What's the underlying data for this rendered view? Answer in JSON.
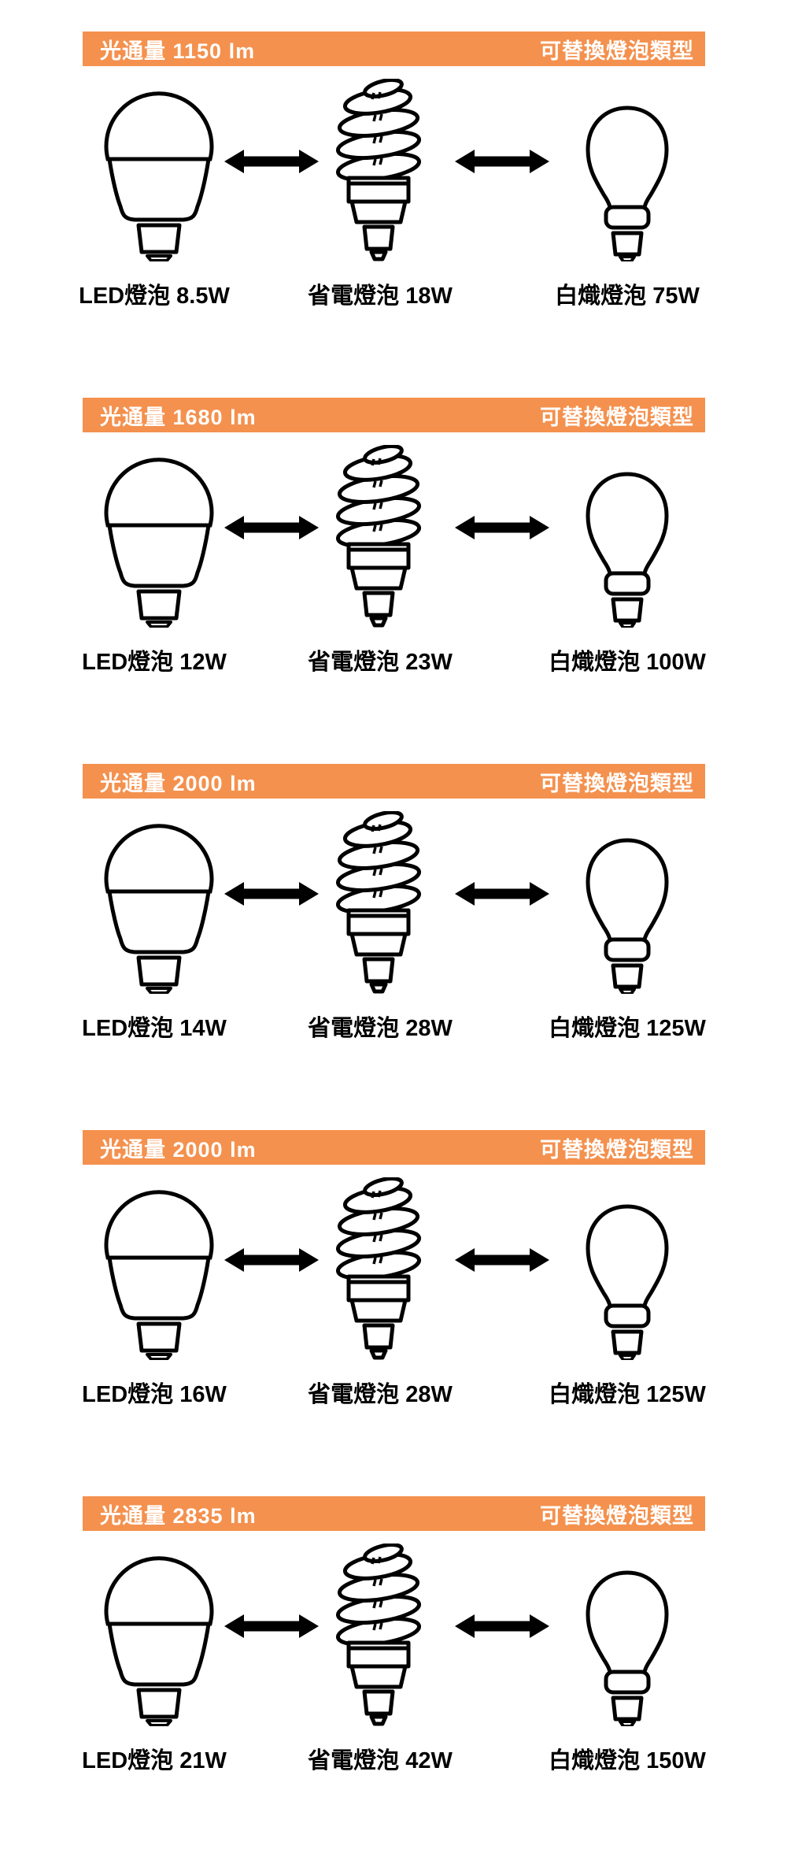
{
  "colors": {
    "header_bg": "#F4914E",
    "header_text": "#FFFFFF",
    "outline": "#000000",
    "label_text": "#000000",
    "background": "#FFFFFF"
  },
  "header_right_label": "可替換燈泡類型",
  "sections": [
    {
      "lumens": "光通量 1150 lm",
      "led": "LED燈泡 8.5W",
      "cfl": "省電燈泡 18W",
      "incandescent": "白熾燈泡 75W"
    },
    {
      "lumens": "光通量 1680 lm",
      "led": "LED燈泡 12W",
      "cfl": "省電燈泡 23W",
      "incandescent": "白熾燈泡 100W"
    },
    {
      "lumens": "光通量 2000 lm",
      "led": "LED燈泡 14W",
      "cfl": "省電燈泡 28W",
      "incandescent": "白熾燈泡 125W"
    },
    {
      "lumens": "光通量 2000 lm",
      "led": "LED燈泡 16W",
      "cfl": "省電燈泡 28W",
      "incandescent": "白熾燈泡 125W"
    },
    {
      "lumens": "光通量 2835 lm",
      "led": "LED燈泡 21W",
      "cfl": "省電燈泡 42W",
      "incandescent": "白熾燈泡 150W"
    }
  ]
}
